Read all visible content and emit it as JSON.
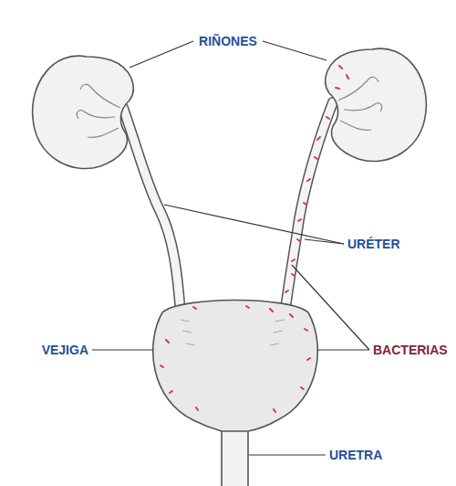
{
  "diagram": {
    "labels": [
      "RIÑONES",
      "URÉTER",
      "VEJIGA",
      "BACTERIAS",
      "URETRA"
    ]
  }
}
